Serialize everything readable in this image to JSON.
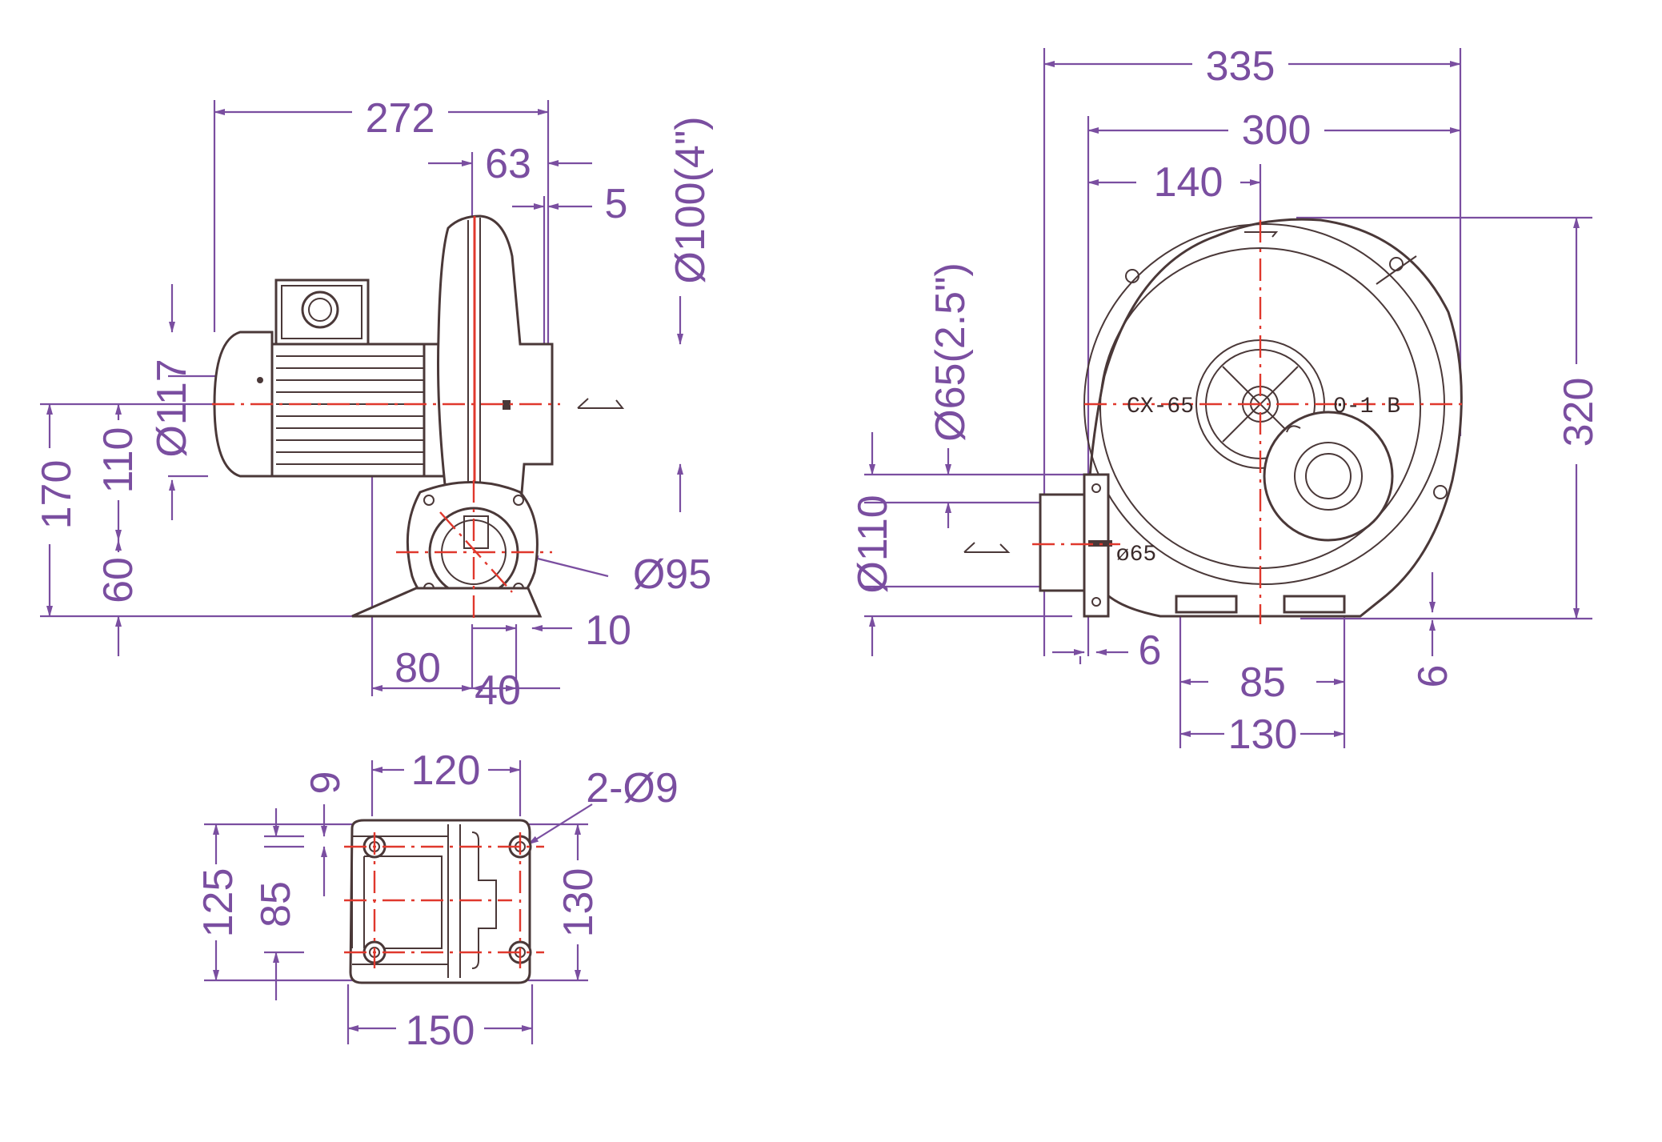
{
  "side_view": {
    "dims": {
      "d272": "272",
      "d63": "63",
      "d5": "5",
      "d_dia100": "Ø100(4\")",
      "d_dia117": "Ø117",
      "d170": "170",
      "d110": "110",
      "d60": "60",
      "d_dia95": "Ø95",
      "d10": "10",
      "d80": "80",
      "d40": "40"
    }
  },
  "base_view": {
    "dims": {
      "d120": "120",
      "d9": "9",
      "d_holes": "2-Ø9",
      "d125": "125",
      "d85": "85",
      "d130": "130",
      "d150": "150"
    }
  },
  "front_view": {
    "dims": {
      "d335": "335",
      "d300": "300",
      "d140": "140",
      "d320": "320",
      "d_dia65": "Ø65(2.5\")",
      "d_dia110": "Ø110",
      "d6a": "6",
      "d85": "85",
      "d130": "130",
      "d6b": "6"
    },
    "labels": {
      "model": "CX-65",
      "model_suffix": "0-1 B",
      "outlet": "ø65"
    }
  },
  "colors": {
    "dimension": "#7a4ea0",
    "outline": "#4a3838",
    "centerline": "#e0382d"
  }
}
